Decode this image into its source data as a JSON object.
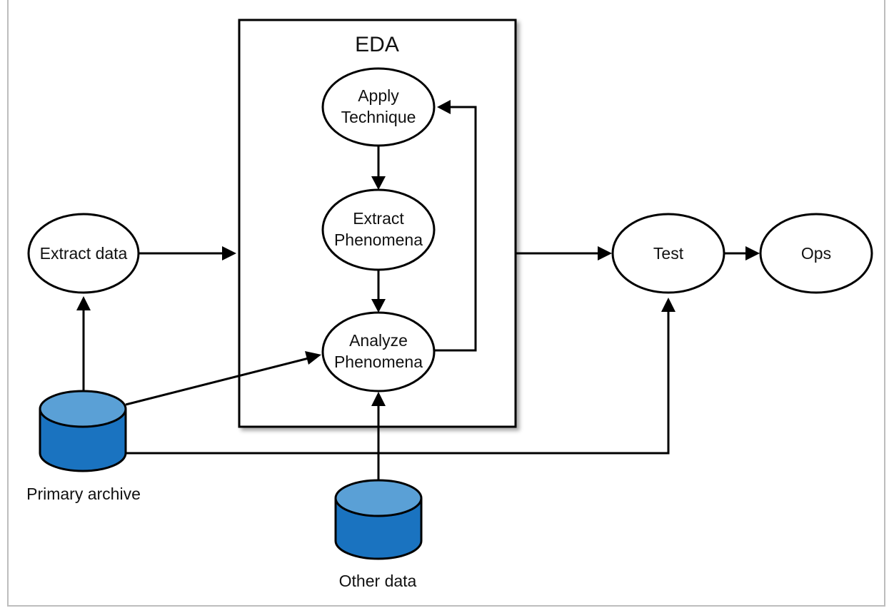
{
  "diagram": {
    "group_title": "EDA",
    "nodes": {
      "apply_technique": [
        "Apply",
        "Technique"
      ],
      "extract_phenomena": [
        "Extract",
        "Phenomena"
      ],
      "analyze_phenomena": [
        "Analyze",
        "Phenomena"
      ],
      "extract_data": "Extract data",
      "test": "Test",
      "ops": "Ops"
    },
    "databases": {
      "primary_archive": "Primary archive",
      "other_data": "Other data"
    },
    "colors": {
      "db_top": "#5aa0d6",
      "db_body": "#1a73c0",
      "stroke": "#000000"
    }
  }
}
